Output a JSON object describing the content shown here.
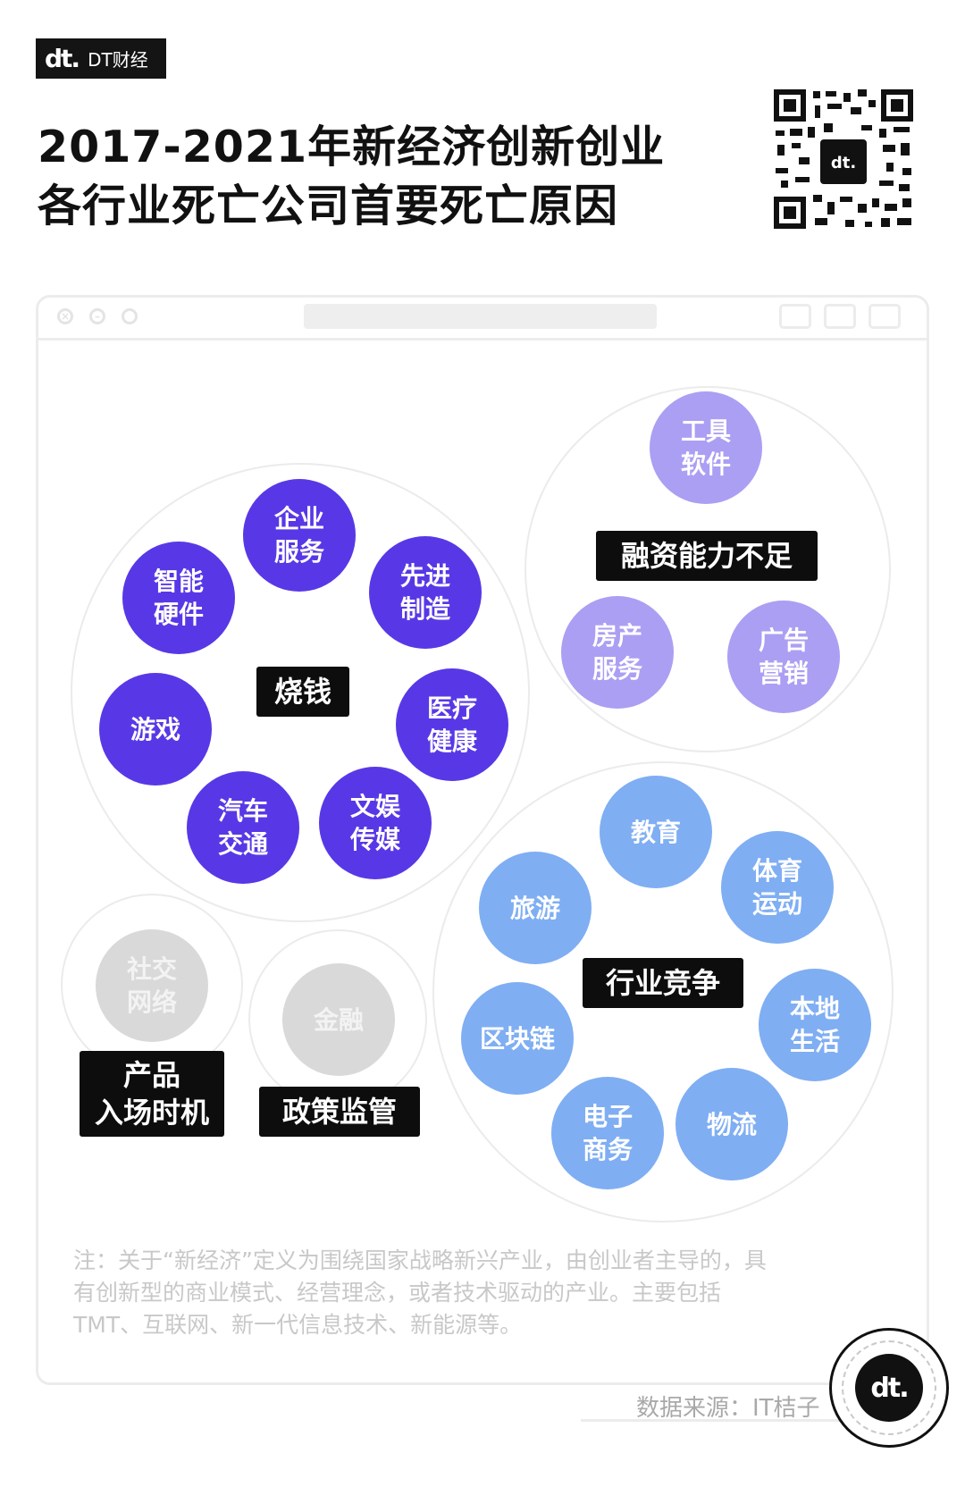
{
  "brand": {
    "logo_mark": "dt.",
    "logo_name": "DT财经",
    "badge_mark": "dt."
  },
  "title": {
    "line1": "2017-2021年新经济创新创业",
    "line2": "各行业死亡公司首要死亡原因"
  },
  "colors": {
    "burn_money": "#5838e6",
    "financing": "#ab9ff3",
    "competition": "#7faef3",
    "neutral": "#d9d9d9"
  },
  "groups": {
    "burn": {
      "label": "烧钱",
      "items": [
        "企业\n服务",
        "先进\n制造",
        "医疗\n健康",
        "文娱\n传媒",
        "汽车\n交通",
        "游戏",
        "智能\n硬件"
      ]
    },
    "financing": {
      "label": "融资能力不足",
      "items": [
        "工具\n软件",
        "房产\n服务",
        "广告\n营销"
      ]
    },
    "competition": {
      "label": "行业竞争",
      "items": [
        "教育",
        "体育\n运动",
        "本地\n生活",
        "物流",
        "电子\n商务",
        "区块链",
        "旅游"
      ]
    },
    "timing": {
      "label": "产品\n入场时机",
      "items": [
        "社交\n网络"
      ]
    },
    "policy": {
      "label": "政策监管",
      "items": [
        "金融"
      ]
    }
  },
  "note": "注：关于“新经济”定义为围绕国家战略新兴产业，由创业者主导的，具有创新型的商业模式、经营理念，或者技术驱动的产业。主要包括TMT、互联网、新一代信息技术、新能源等。",
  "source": "数据来源：IT桔子"
}
